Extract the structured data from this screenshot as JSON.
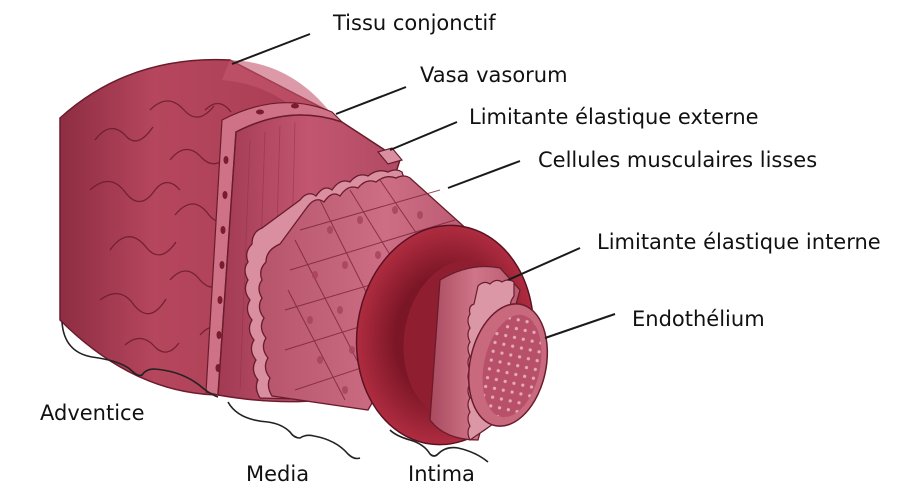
{
  "labels": {
    "tissu_conjonctif": "Tissu conjonctif",
    "vasa_vasorum": "Vasa vasorum",
    "limitante_externe": "Limitante élastique externe",
    "cellules_musculaires": "Cellules musculaires lisses",
    "limitante_interne": "Limitante élastique interne",
    "endothelium": "Endothélium"
  },
  "tunics": {
    "adventice": "Adventice",
    "media": "Media",
    "intima": "Intima"
  },
  "colors": {
    "adventitia": "#b5465d",
    "adventitia_dark": "#8f2c42",
    "media": "#c25670",
    "media_dark": "#9c3550",
    "muscle": "#c8647b",
    "elastic": "#d9899b",
    "lumen_wall": "#a82a3c",
    "endothelium": "#c9697e",
    "outline": "#6a1c2c"
  }
}
